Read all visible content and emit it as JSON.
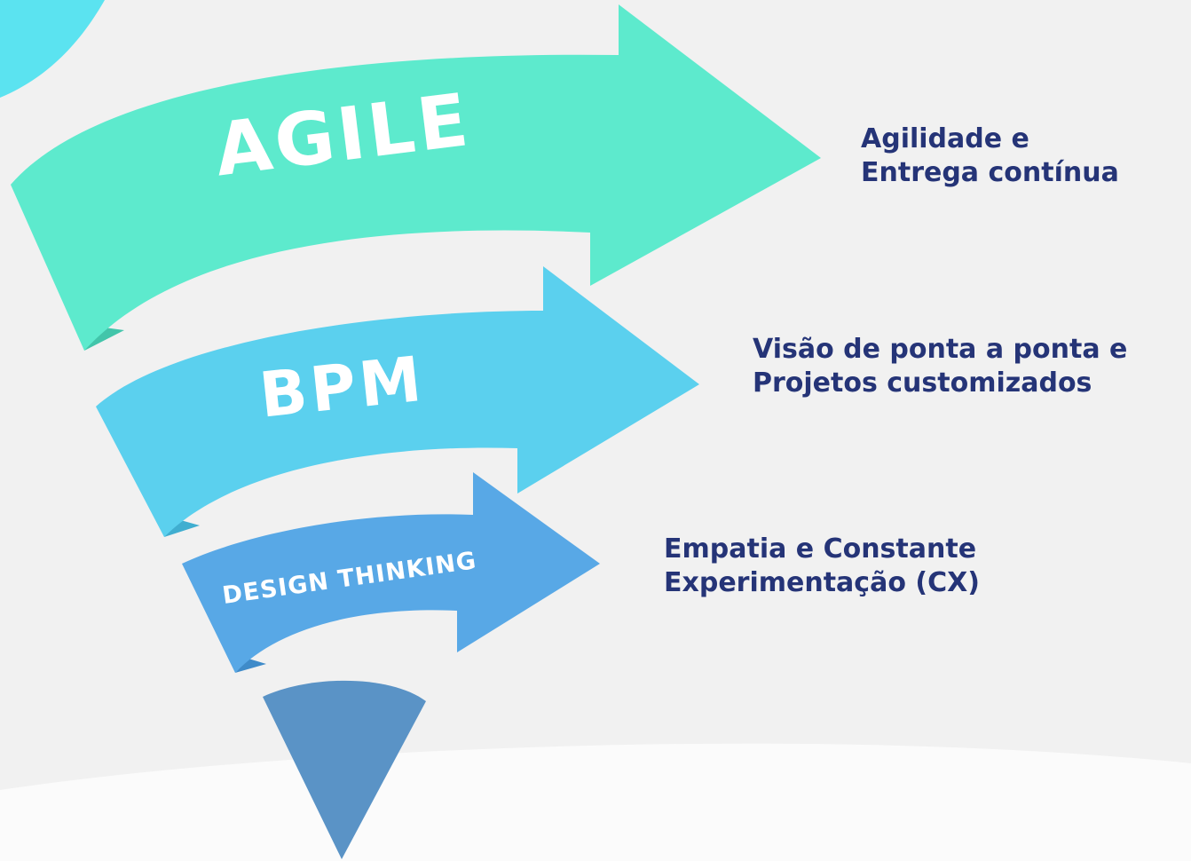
{
  "colors": {
    "background": "#f1f1f1",
    "accent_corner": "#5be3f0",
    "agile": "#5deacd",
    "agile_fold": "#42c5aa",
    "bpm": "#5bd0ee",
    "bpm_fold": "#40aed0",
    "design_thinking": "#58a8e6",
    "design_thinking_fold": "#3f8bc9",
    "funnel_tip": "#5a93c6",
    "description_text": "#253477"
  },
  "layers": [
    {
      "label": "AGILE",
      "description": [
        "Agilidade e",
        "Entrega contínua"
      ]
    },
    {
      "label": "BPM",
      "description": [
        "Visão de ponta a ponta e",
        "Projetos customizados"
      ]
    },
    {
      "label": "DESIGN THINKING",
      "description": [
        "Empatia e Constante",
        "Experimentação (CX)"
      ]
    }
  ]
}
